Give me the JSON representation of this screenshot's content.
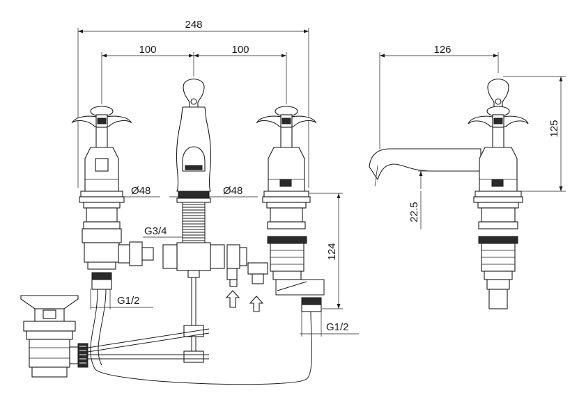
{
  "dimensions": {
    "overall_width": "248",
    "left_spacing": "100",
    "right_spacing": "100",
    "side_depth": "126",
    "side_height": "125",
    "spout_height": "22.5",
    "body_height": "124",
    "left_diameter": "Ø48",
    "center_diameter": "Ø48",
    "center_thread": "G3/4",
    "left_inlet_thread": "G1/2",
    "right_inlet_thread": "G1/2"
  },
  "colors": {
    "line": "#1a1a1a",
    "fill_dark": "#2a2a2a",
    "fill_grey": "#9a9a9a"
  }
}
